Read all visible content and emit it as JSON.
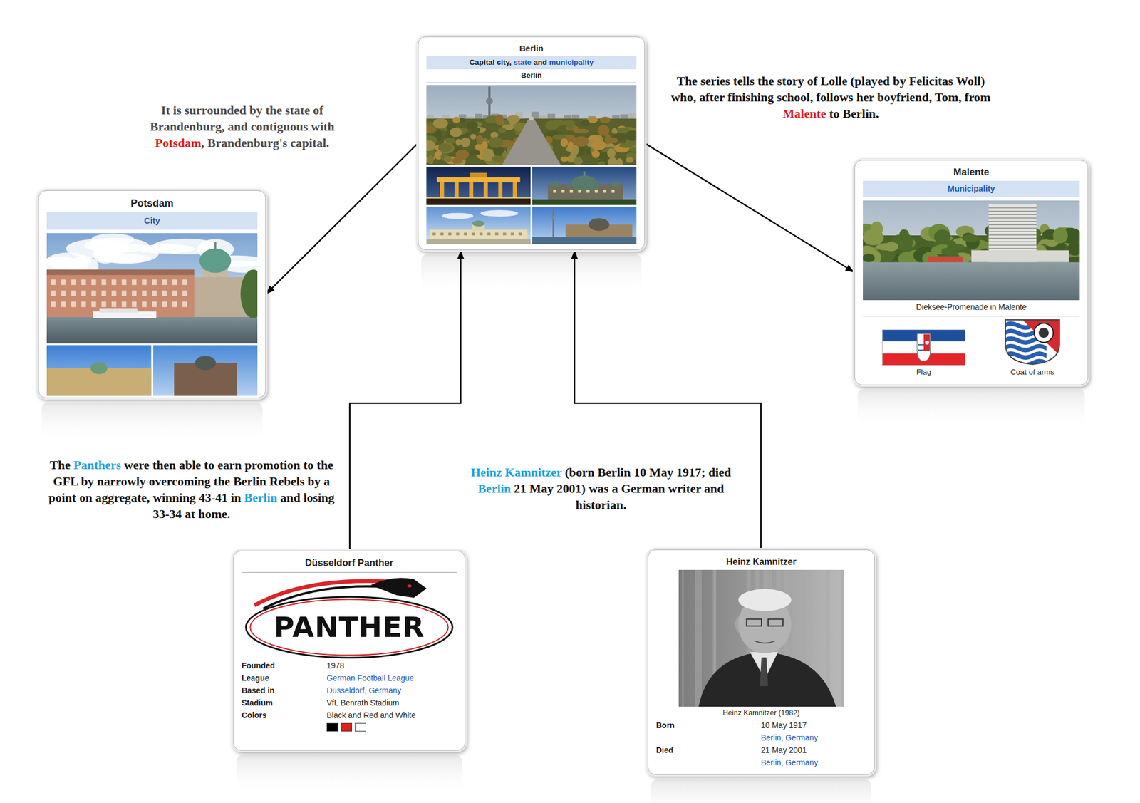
{
  "diagram": {
    "nodes": [
      {
        "text": [
          "Berlin",
          "Capital city, state and municipality",
          "Berlin"
        ]
      },
      {
        "text": [
          "Potsdam",
          "City"
        ]
      },
      {
        "text": [
          "Malente",
          "Municipality",
          "Dieksee-Promenade in Malente",
          "Flag",
          "Coat of arms"
        ]
      },
      {
        "text": [
          "Düsseldorf Panther",
          "PANTHER",
          "Founded",
          "1978",
          "League",
          "German Football League",
          "Based in",
          "Düsseldorf, Germany",
          "Stadium",
          "VfL Benrath Stadium",
          "Colors",
          "Black and Red and White"
        ]
      },
      {
        "text": [
          "Heinz Kamnitzer",
          "Heinz Kamnitzer (1982)",
          "Born",
          "10 May 1917",
          "Berlin, Germany",
          "Died",
          "21 May 2001",
          "Berlin, Germany"
        ]
      }
    ],
    "edges": [
      {
        "from": 0,
        "to": 1,
        "arrow": "to",
        "label": "It is surrounded by the state of Brandenburg, and contiguous with Potsdam, Brandenburg's capital."
      },
      {
        "from": 0,
        "to": 2,
        "arrow": "to",
        "label": "The series tells the story of Lolle (played by Felicitas Woll) who, after finishing school, follows her boyfriend, Tom, from Malente to Berlin."
      },
      {
        "from": 3,
        "to": 0,
        "arrow": "to",
        "label": "The Panthers were then able to earn promotion to the GFL by narrowly overcoming the Berlin Rebels by a point on aggregate, winning 43-41 in Berlin and losing 33-34 at home."
      },
      {
        "from": 4,
        "to": 0,
        "arrow": "to",
        "label": "Heinz Kamnitzer (born Berlin 10 May 1917; died Berlin 21 May 2001) was a German writer and historian."
      }
    ]
  }
}
